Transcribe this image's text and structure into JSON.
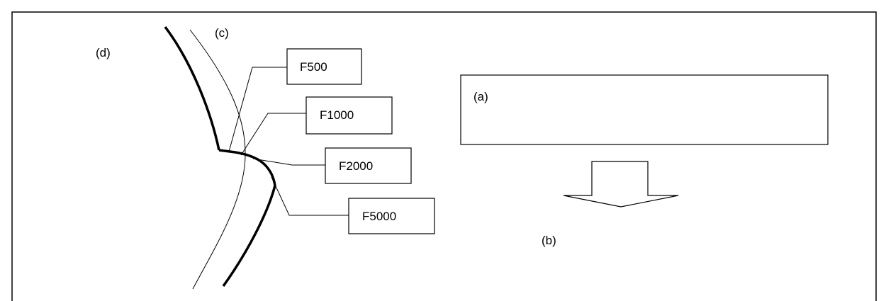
{
  "labels": {
    "a": "(a)",
    "b": "(b)",
    "c": "(c)",
    "d": "(d)"
  },
  "feed_boxes": [
    {
      "label": "F500"
    },
    {
      "label": "F1000"
    },
    {
      "label": "F2000"
    },
    {
      "label": "F5000"
    }
  ],
  "colors": {
    "stroke": "#000000",
    "background": "#ffffff"
  }
}
